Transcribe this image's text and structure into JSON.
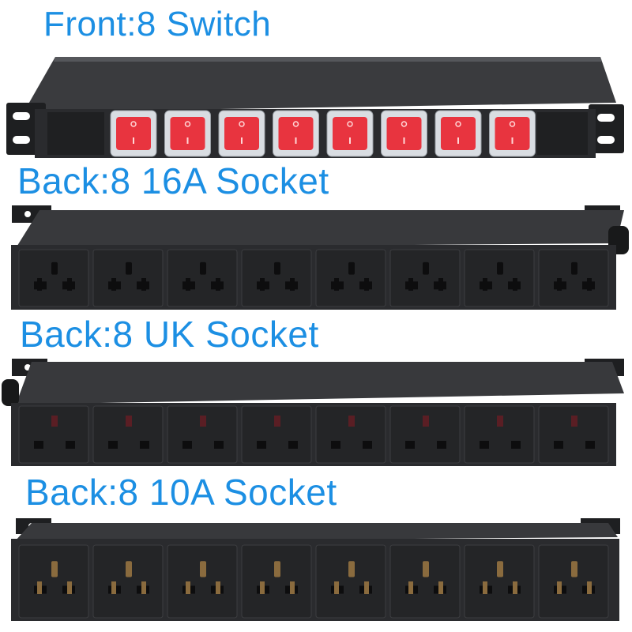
{
  "captions": [
    "Front:8 Switch",
    "Back:8 16A Socket",
    "Back:8 UK Socket",
    "Back:8 10A Socket"
  ],
  "units": [
    {
      "kind": "switch",
      "count": 8,
      "color": "#e8343f"
    },
    {
      "kind": "universal-16a",
      "count": 8
    },
    {
      "kind": "uk",
      "count": 8
    },
    {
      "kind": "universal-10a",
      "count": 8
    }
  ],
  "colors": {
    "caption": "#1c8fe3",
    "chassis": "#2a2b2e",
    "switch": "#e8343f"
  }
}
